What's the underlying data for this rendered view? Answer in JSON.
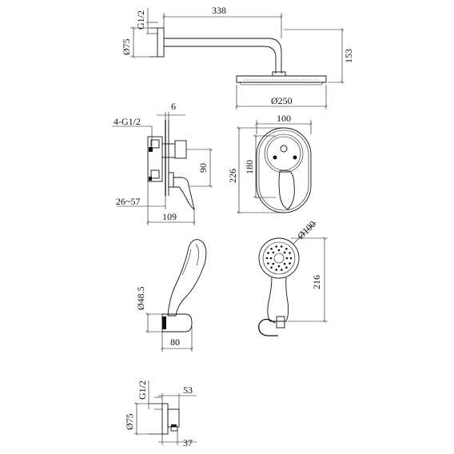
{
  "labels": {
    "shower_arm_length": "338",
    "shower_flange_thread": "G1/2",
    "shower_flange_dia": "Ø75",
    "shower_drop_height": "153",
    "shower_head_dia": "Ø250",
    "valve_ports": "4-G1/2",
    "valve_plate_offset": "6",
    "valve_body_height": "90",
    "valve_depth_range": "26~57",
    "valve_total_depth": "109",
    "trim_width": "100",
    "trim_inner_height": "180",
    "trim_outer_height": "226",
    "hand_shower_handle_dia": "Ø48.5",
    "hand_shower_holder_depth": "80",
    "hand_shower_face_dia": "Ø100",
    "hand_shower_length": "216",
    "elbow_thread": "G1/2",
    "elbow_depth": "53",
    "elbow_flange_dia": "Ø75",
    "elbow_outlet": "37"
  }
}
